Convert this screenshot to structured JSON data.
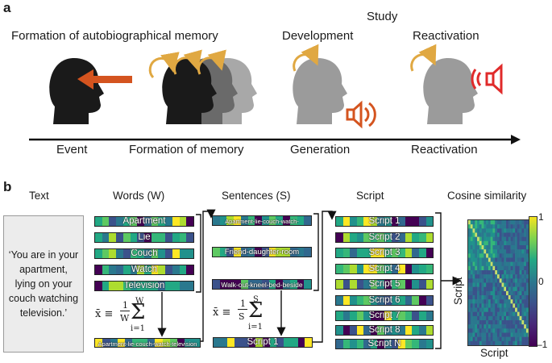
{
  "panel_a": {
    "label": "a",
    "study_label": "Study",
    "titles": {
      "formation": "Formation of autobiographical memory",
      "development": "Development",
      "reactivation": "Reactivation"
    },
    "timeline": [
      "Event",
      "Formation of memory",
      "Generation",
      "Reactivation"
    ]
  },
  "panel_b": {
    "label": "b",
    "headers": {
      "text": "Text",
      "words": "Words (W)",
      "sentences": "Sentences (S)",
      "script": "Script",
      "cosine": "Cosine similarity"
    },
    "quote": "‘You are in your apartment, lying on your couch watching television.’",
    "words": [
      "Apartment",
      "Lie",
      "Couch",
      "Watch",
      "Television"
    ],
    "word_summary": "Apartment-lie-couch-watch-television",
    "sentences": [
      "Apartment-lie-couch-watch-television",
      "Friend-daughter-room",
      "Walk-out-kneel-bed-beside"
    ],
    "sentence_summary": "Script 1",
    "scripts": [
      "Script 1",
      "Script 2",
      "Script 3",
      "Script 4",
      "Script 5",
      "Script 6",
      "Script 7",
      "Script 8",
      "Script N"
    ],
    "formula_words": {
      "lhs": "x̄ ≡",
      "frac_num": "1",
      "frac_den": "W",
      "sum_top": "W",
      "sum_bottom": "i=1"
    },
    "formula_sentences": {
      "lhs": "x̄ ≡",
      "frac_num": "1",
      "frac_den": "S",
      "sum_top": "S",
      "sum_bottom": "i=1"
    },
    "heatmap": {
      "x_label": "Script",
      "y_label": "Script",
      "colorbar_ticks": [
        "1",
        "0",
        "–1"
      ]
    }
  },
  "colors": {
    "arrow_orange": "#d4541f",
    "cycle_gold": "#e0a842",
    "speaker_red": "#e02a2a",
    "head_dark": "#1a1a1a",
    "head_gray": "#9b9b9b"
  }
}
